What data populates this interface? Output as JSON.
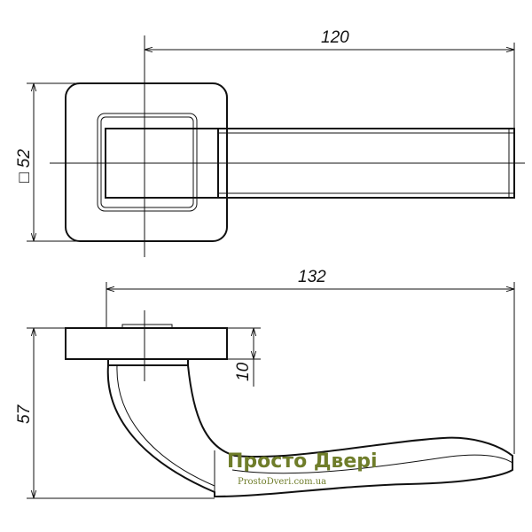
{
  "dimensions": {
    "top_length": "120",
    "rosette_size": "□ 52",
    "bottom_length": "132",
    "rosette_thickness": "10",
    "height": "57"
  },
  "watermark": {
    "brand": "Просто Двері",
    "site": "ProstoDveri.com.ua"
  }
}
